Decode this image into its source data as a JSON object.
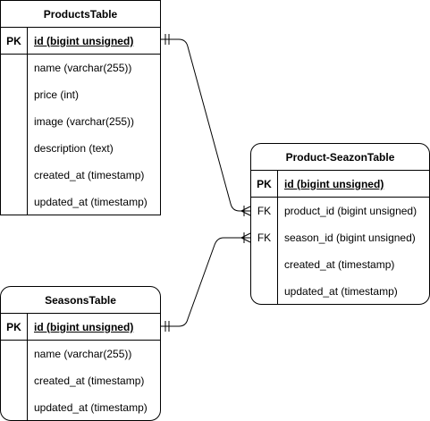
{
  "tables": {
    "products": {
      "title": "ProductsTable",
      "pk": {
        "key": "PK",
        "field": "id (bigint unsigned)"
      },
      "fields": [
        {
          "key": "",
          "field": "name (varchar(255))"
        },
        {
          "key": "",
          "field": "price (int)"
        },
        {
          "key": "",
          "field": "image (varchar(255))"
        },
        {
          "key": "",
          "field": "description (text)"
        },
        {
          "key": "",
          "field": "created_at (timestamp)"
        },
        {
          "key": "",
          "field": "updated_at (timestamp)"
        }
      ]
    },
    "seasons": {
      "title": "SeasonsTable",
      "pk": {
        "key": "PK",
        "field": "id (bigint unsigned)"
      },
      "fields": [
        {
          "key": "",
          "field": "name (varchar(255))"
        },
        {
          "key": "",
          "field": "created_at (timestamp)"
        },
        {
          "key": "",
          "field": "updated_at (timestamp)"
        }
      ]
    },
    "product_season": {
      "title": "Product-SeazonTable",
      "pk": {
        "key": "PK",
        "field": "id (bigint unsigned)"
      },
      "fields": [
        {
          "key": "FK",
          "field": "product_id (bigint unsigned)"
        },
        {
          "key": "FK",
          "field": "season_id (bigint unsigned)"
        },
        {
          "key": "",
          "field": "created_at (timestamp)"
        },
        {
          "key": "",
          "field": "updated_at (timestamp)"
        }
      ]
    }
  },
  "relationships": [
    {
      "from": "products.id",
      "to": "product_season.product_id",
      "from_end": "one-and-only-one",
      "to_end": "one-or-many"
    },
    {
      "from": "seasons.id",
      "to": "product_season.season_id",
      "from_end": "one-and-only-one",
      "to_end": "one-or-many"
    }
  ]
}
